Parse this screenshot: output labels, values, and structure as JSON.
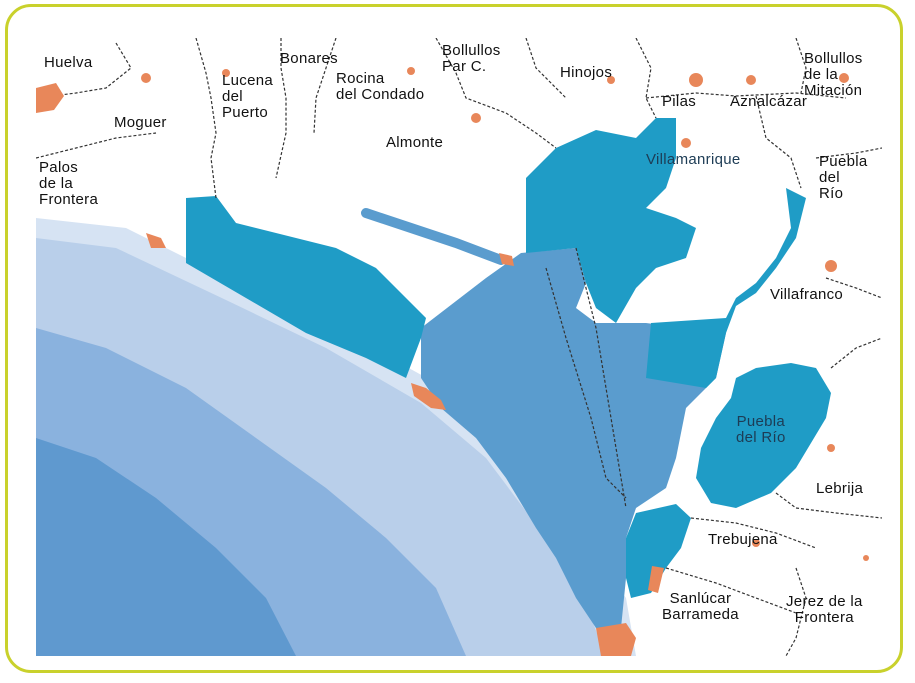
{
  "colors": {
    "frame_border": "#c9d12c",
    "sea_deep": "#5f99cf",
    "sea_mid": "#8ab2de",
    "sea_light": "#b9cfea",
    "sea_shallow": "#d6e3f3",
    "protected_core": "#5a9cce",
    "protected_buffer": "#1f9cc6",
    "town": "#e8875a",
    "boundary": "#333333"
  },
  "places": [
    {
      "id": "huelva",
      "name": "Huelva"
    },
    {
      "id": "bonares",
      "name": "Bonares"
    },
    {
      "id": "bollullos-par",
      "name": "Bollullos\nPar C."
    },
    {
      "id": "hinojos",
      "name": "Hinojos"
    },
    {
      "id": "bollullos-mitacion",
      "name": "Bollullos\nde la\nMitación"
    },
    {
      "id": "lucena",
      "name": "Lucena\ndel\nPuerto"
    },
    {
      "id": "rocina",
      "name": "Rocina\ndel Condado"
    },
    {
      "id": "moguer",
      "name": "Moguer"
    },
    {
      "id": "pilas",
      "name": "Pilas"
    },
    {
      "id": "aznalcazar",
      "name": "Aznalcázar"
    },
    {
      "id": "almonte",
      "name": "Almonte"
    },
    {
      "id": "villamanrique",
      "name": "Villamanrique"
    },
    {
      "id": "puebla-rio-n",
      "name": "Puebla\ndel\nRío"
    },
    {
      "id": "palos",
      "name": "Palos\nde la\nFrontera"
    },
    {
      "id": "villafranco",
      "name": "Villafranco"
    },
    {
      "id": "puebla-rio-s",
      "name": "Puebla\ndel Río"
    },
    {
      "id": "lebrija",
      "name": "Lebrija"
    },
    {
      "id": "trebujena",
      "name": "Trebujena"
    },
    {
      "id": "sanlucar",
      "name": "Sanlúcar\nBarrameda"
    },
    {
      "id": "jerez",
      "name": "Jerez de la\nFrontera"
    }
  ]
}
